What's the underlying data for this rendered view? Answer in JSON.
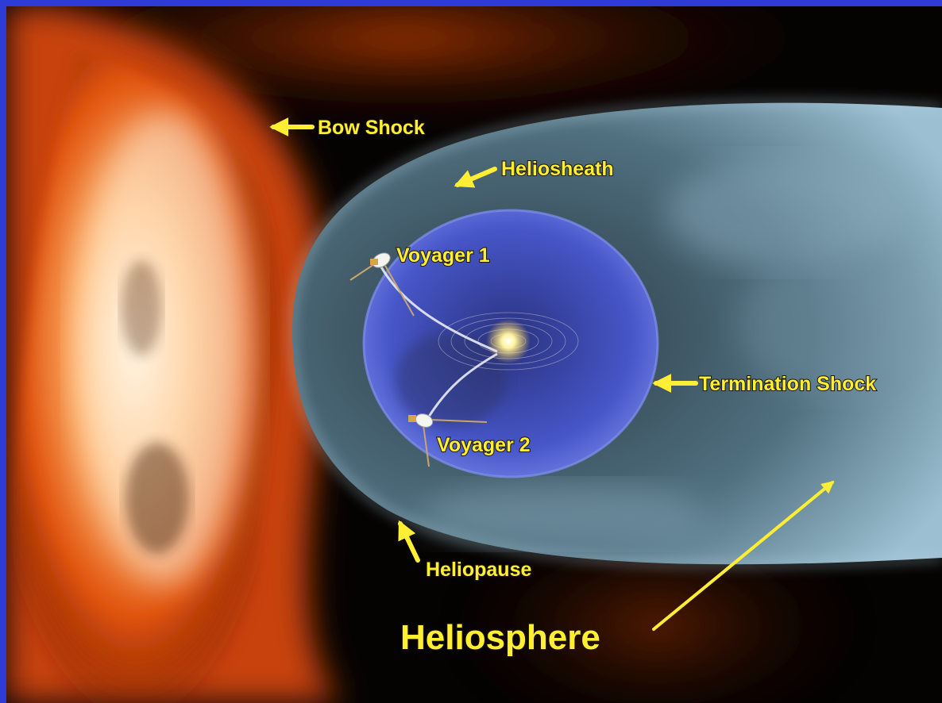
{
  "labels": {
    "bow_shock": "Bow Shock",
    "heliosheath": "Heliosheath",
    "voyager1": "Voyager 1",
    "voyager2": "Voyager 2",
    "termination_shock": "Termination Shock",
    "heliopause": "Heliopause",
    "heliosphere": "Heliosphere"
  },
  "colors": {
    "border": "#2e3bd6",
    "label": "#ffee33",
    "bow_shock": "#ff7a1a",
    "heliosheath": "#8fb4c8",
    "termination_region": "#4a5bd0",
    "sun": "#fff3a0"
  }
}
